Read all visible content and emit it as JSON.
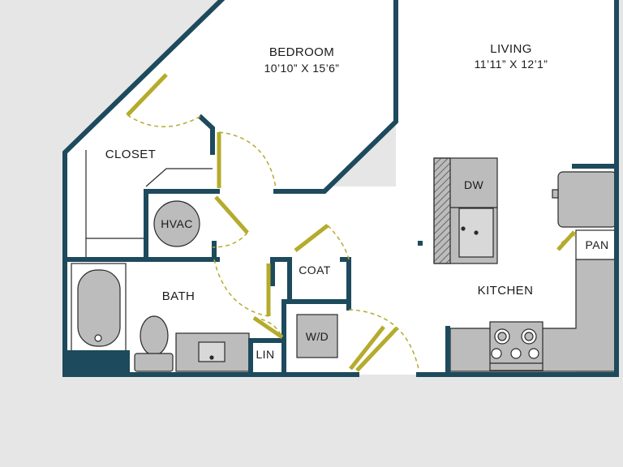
{
  "colors": {
    "wall": "#1d4a5c",
    "door": "#b5ab2c",
    "fixture": "#bcbcbc",
    "fixture_stroke": "#2a2a2a",
    "floor": "#ffffff",
    "background": "#e6e6e6"
  },
  "rooms": {
    "bedroom": {
      "name": "BEDROOM",
      "dims": "10’10” X 15’6”"
    },
    "living": {
      "name": "LIVING",
      "dims": "11’11” X 12’1”"
    },
    "closet": "CLOSET",
    "bath": "BATH",
    "kitchen": "KITCHEN"
  },
  "fixtures": {
    "hvac": "HVAC",
    "dw": "DW",
    "coat": "COAT",
    "wd": "W/D",
    "lin": "LIN",
    "pan": "PAN"
  },
  "icons": [
    "bathtub-icon",
    "toilet-icon",
    "sink-icon",
    "stove-icon",
    "refrigerator-icon",
    "kitchen-sink-icon",
    "dishwasher-icon"
  ]
}
